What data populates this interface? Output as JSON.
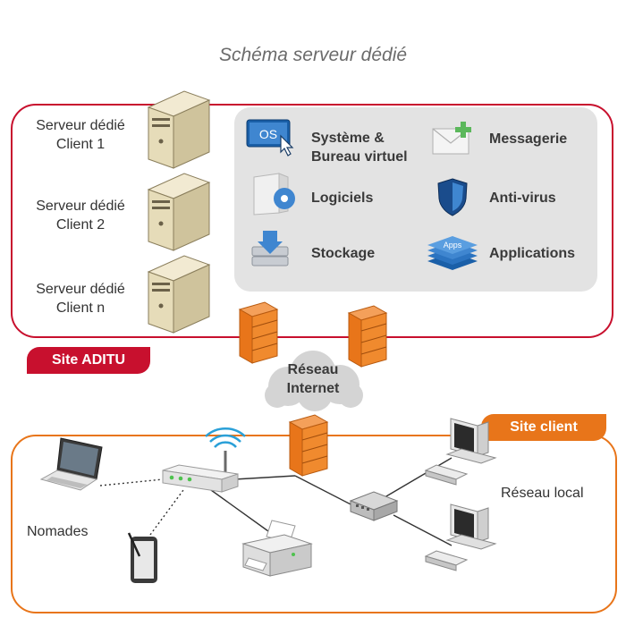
{
  "title": "Schéma serveur dédié",
  "servers": [
    {
      "line1": "Serveur dédié",
      "line2": "Client 1"
    },
    {
      "line1": "Serveur dédié",
      "line2": "Client 2"
    },
    {
      "line1": "Serveur dédié",
      "line2": "Client n"
    }
  ],
  "services": {
    "systeme_line1": "Système &",
    "systeme_line2": "Bureau virtuel",
    "messagerie": "Messagerie",
    "logiciels": "Logiciels",
    "antivirus": "Anti-virus",
    "stockage": "Stockage",
    "applications": "Applications",
    "os_badge": "OS",
    "apps_badge": "Apps"
  },
  "site_aditu_label": "Site ADITU",
  "cloud": {
    "line1": "Réseau",
    "line2": "Internet"
  },
  "site_client_label": "Site client",
  "reseau_local_label": "Réseau local",
  "nomades_label": "Nomades",
  "colors": {
    "aditu_red": "#c8102e",
    "client_orange": "#e8751a",
    "panel_grey": "#e3e3e3",
    "firewall_orange": "#e8751a"
  }
}
